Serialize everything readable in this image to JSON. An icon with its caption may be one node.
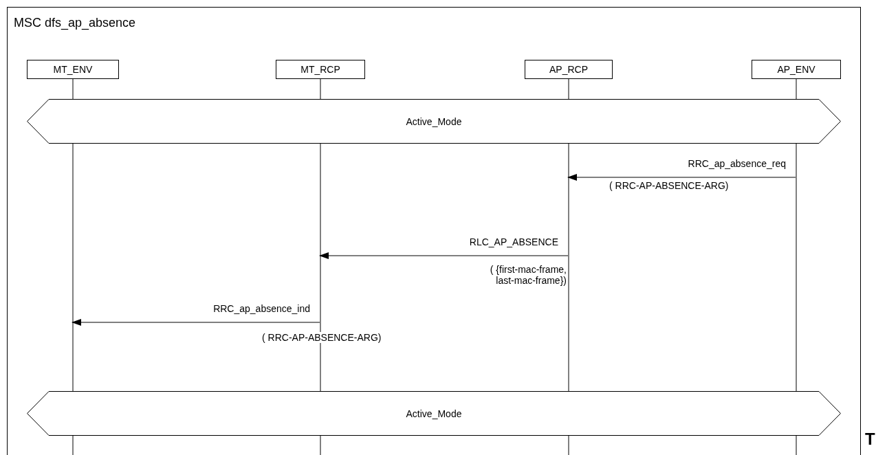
{
  "diagram": {
    "nodes": [
      {
        "text": [
          "MSC dfs_ap_absence"
        ]
      },
      {
        "text": [
          "MT_ENV"
        ],
        "in": 0
      },
      {
        "text": [
          "MT_RCP"
        ],
        "in": 0
      },
      {
        "text": [
          "AP_RCP"
        ],
        "in": 0
      },
      {
        "text": [
          "AP_ENV"
        ],
        "in": 0
      },
      {
        "text": [
          "Active_Mode"
        ],
        "in": 0
      },
      {
        "text": [
          "Active_Mode"
        ],
        "in": 0
      }
    ],
    "edges": [
      {
        "from": 4,
        "to": 3,
        "arrow": "to",
        "label": "RRC_ap_absence_req"
      },
      {
        "from": 3,
        "to": 2,
        "arrow": "to",
        "label": "RLC_AP_ABSENCE"
      },
      {
        "from": 2,
        "to": 1,
        "arrow": "to",
        "label": "RRC_ap_absence_ind"
      }
    ],
    "labels": [
      "( RRC-AP-ABSENCE-ARG)",
      "( {first-mac-frame, last-mac-frame})",
      "( RRC-AP-ABSENCE-ARG)",
      "T"
    ]
  }
}
